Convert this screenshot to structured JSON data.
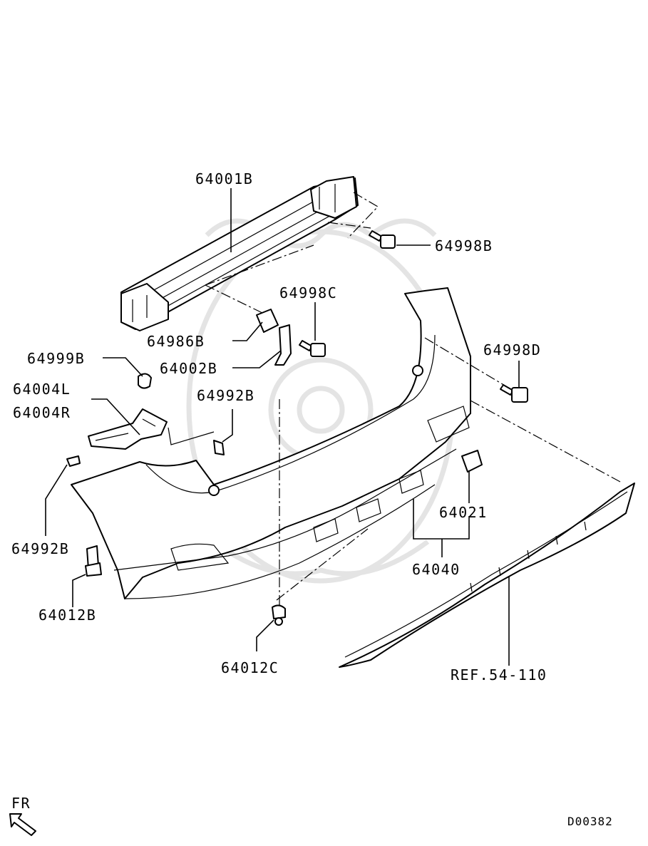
{
  "labels": {
    "p64001B": "64001B",
    "p64998B": "64998B",
    "p64998C": "64998C",
    "p64998D": "64998D",
    "p64986B": "64986B",
    "p64002B": "64002B",
    "p64999B": "64999B",
    "p64004L": "64004L",
    "p64004R": "64004R",
    "p64992B_a": "64992B",
    "p64992B_b": "64992B",
    "p64012B": "64012B",
    "p64012C": "64012C",
    "p64021": "64021",
    "p64040": "64040",
    "ref": "REF.54-110"
  },
  "footer": {
    "direction": "FR",
    "code": "D00382"
  }
}
